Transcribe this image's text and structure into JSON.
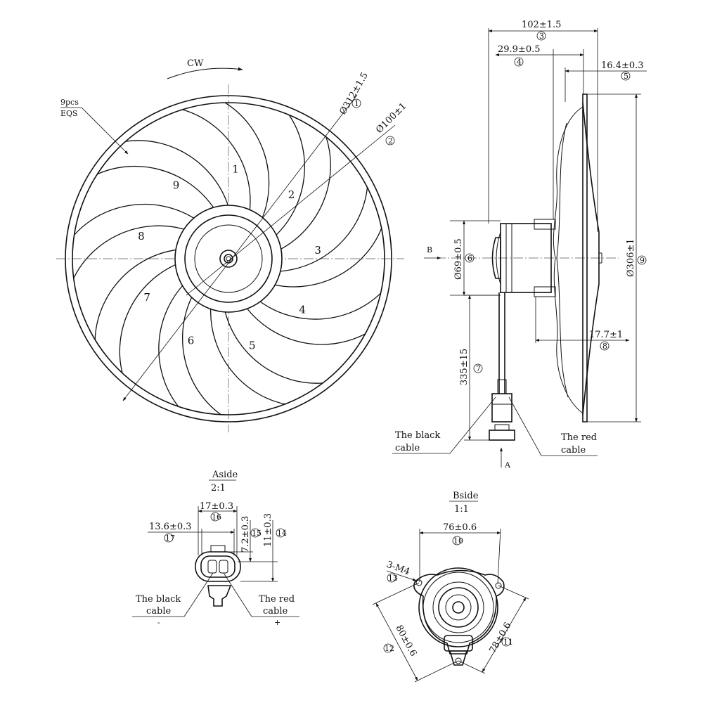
{
  "front_view": {
    "rotation": "CW",
    "blade_count_line1": "9pcs",
    "blade_count_line2": "EQS",
    "dim_outer": "Ø312±1.5",
    "ref_outer": "1",
    "dim_hub": "Ø100±1",
    "ref_hub": "2",
    "blade_numbers": [
      "1",
      "2",
      "3",
      "4",
      "5",
      "6",
      "7",
      "8",
      "9"
    ]
  },
  "side_view": {
    "dim_total_depth": "102±1.5",
    "ref_total_depth": "3",
    "dim_motor_depth": "29.9±0.5",
    "ref_motor_depth": "4",
    "dim_ring_depth": "16.4±0.3",
    "ref_ring_depth": "5",
    "dim_motor_dia": "Ø69±0.5",
    "ref_motor_dia": "6",
    "dim_cable_length": "335±15",
    "ref_cable_length": "7",
    "dim_offset": "17.7±1",
    "ref_offset": "8",
    "dim_shroud_dia": "Ø306±1",
    "ref_shroud_dia": "9",
    "view_b": "B",
    "view_a": "A",
    "black_cable_line1": "The black",
    "black_cable_line2": "cable",
    "red_cable_line1": "The red",
    "red_cable_line2": "cable"
  },
  "a_side": {
    "title": "Aside",
    "scale": "2:1",
    "dim_width": "17±0.3",
    "ref_width": "16",
    "dim_inner": "13.6±0.3",
    "ref_inner": "17",
    "dim_h1": "7.2±0.3",
    "ref_h1": "15",
    "dim_h2": "11±0.3",
    "ref_h2": "14",
    "black_line1": "The black",
    "black_line2": "cable",
    "black_sign": "-",
    "red_line1": "The red",
    "red_line2": "cable",
    "red_sign": "+"
  },
  "b_side": {
    "title": "Bside",
    "scale": "1:1",
    "dim_width": "76±0.6",
    "ref_width": "10",
    "dim_holes": "3-M4",
    "ref_holes": "13",
    "dim_left": "80±0.6",
    "ref_left": "12",
    "dim_right": "78±0.6",
    "ref_right": "11"
  }
}
